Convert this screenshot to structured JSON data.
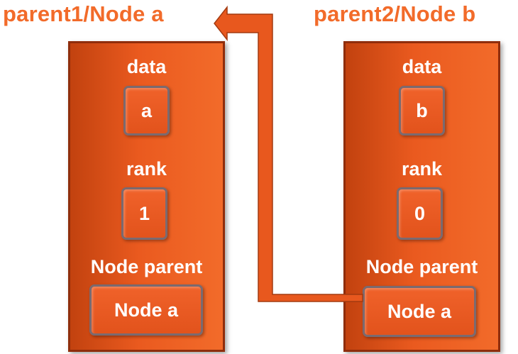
{
  "nodes": [
    {
      "title": "parent1/Node a",
      "data_label": "data",
      "data_value": "a",
      "rank_label": "rank",
      "rank_value": "1",
      "parent_label": "Node parent",
      "parent_value": "Node a"
    },
    {
      "title": "parent2/Node b",
      "data_label": "data",
      "data_value": "b",
      "rank_label": "rank",
      "rank_value": "0",
      "parent_label": "Node parent",
      "parent_value": "Node a"
    }
  ],
  "colors": {
    "accent": "#f26b2a",
    "box_dark": "#c2420f",
    "box_border": "#8f2d0c",
    "arrow": "#e8581e"
  }
}
